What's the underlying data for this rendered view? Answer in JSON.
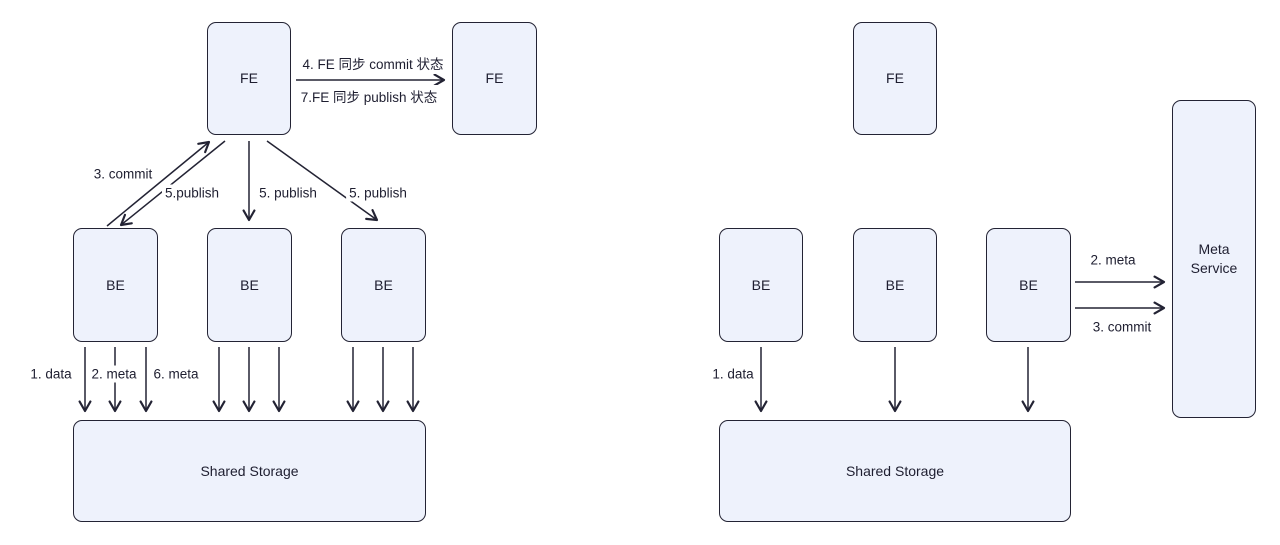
{
  "colors": {
    "background": "#ffffff",
    "node_fill": "#eef2fc",
    "node_stroke": "#232334",
    "arrow_stroke": "#232334",
    "text": "#1e1e30"
  },
  "left_diagram": {
    "fe_top": "FE",
    "fe_right": "FE",
    "be_1": "BE",
    "be_2": "BE",
    "be_3": "BE",
    "shared_storage": "Shared Storage",
    "edge_labels": {
      "fe_sync_commit": "4. FE 同步 commit 状态",
      "fe_sync_publish": "7.FE 同步 publish 状态",
      "commit": "3. commit",
      "publish_1": "5.publish",
      "publish_2": "5. publish",
      "publish_3": "5. publish",
      "data": "1. data",
      "meta_2": "2. meta",
      "meta_6": "6. meta"
    }
  },
  "right_diagram": {
    "fe_top": "FE",
    "be_1": "BE",
    "be_2": "BE",
    "be_3": "BE",
    "meta_service": "Meta Service",
    "shared_storage": "Shared Storage",
    "edge_labels": {
      "data": "1. data",
      "meta": "2. meta",
      "commit": "3. commit"
    }
  }
}
